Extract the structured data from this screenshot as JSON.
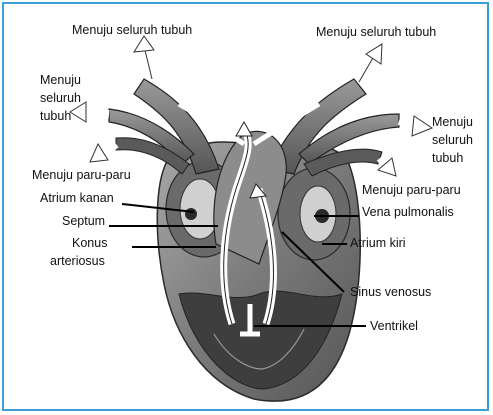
{
  "diagram": {
    "labels": {
      "top_left": "Menuju seluruh tubuh",
      "top_right": "Menuju seluruh tubuh",
      "left_line1": "Menuju",
      "left_line2": "seluruh",
      "left_line3": "tubuh",
      "right_line1": "Menuju",
      "right_line2": "seluruh",
      "right_line3": "tubuh",
      "paru_left": "Menuju paru-paru",
      "paru_right": "Menuju paru-paru",
      "atrium_kanan": "Atrium kanan",
      "septum": "Septum",
      "konus_line1": "Konus",
      "konus_line2": "arteriosus",
      "vena_pulmonalis": "Vena pulmonalis",
      "atrium_kiri": "Atrium kiri",
      "sinus_venosus": "Sinus venosus",
      "ventrikel": "Ventrikel"
    },
    "colors": {
      "border": "#3a9fd6",
      "heart_fill": "#8a8a8a",
      "heart_dark": "#4a4a4a",
      "vessel_fill": "#6e6e6e",
      "arrow_fill": "#ffffff"
    }
  }
}
